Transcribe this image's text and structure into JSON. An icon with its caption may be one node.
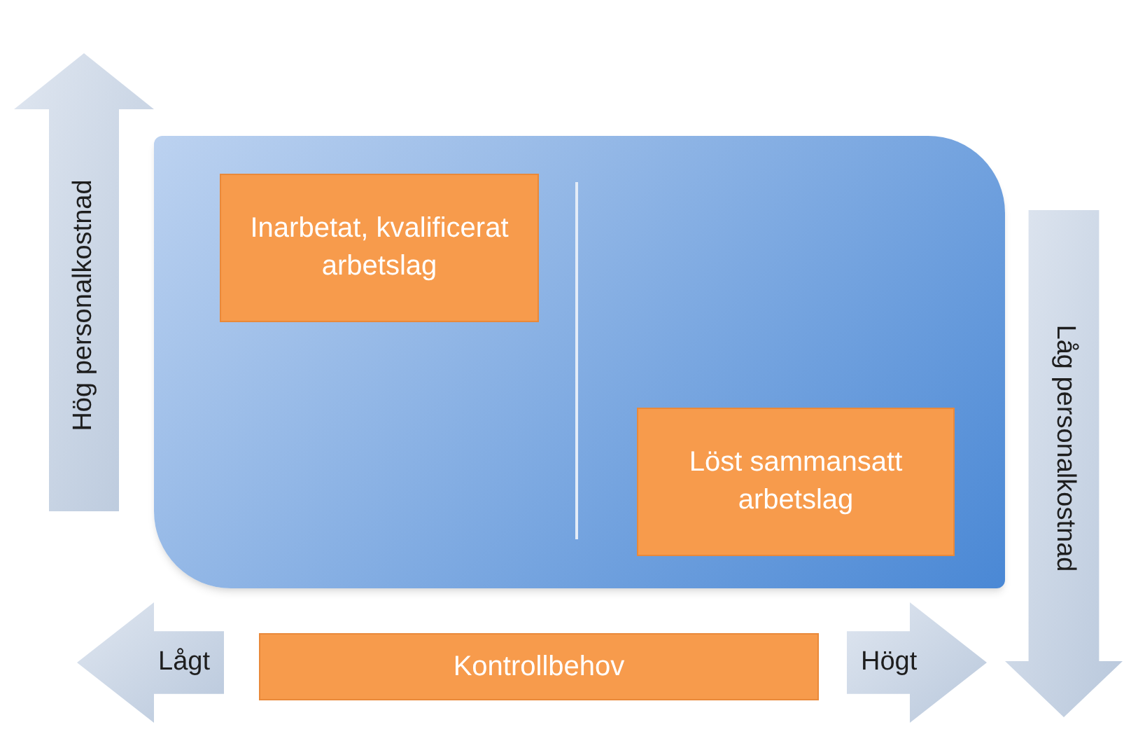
{
  "diagram": {
    "nodes": [
      {
        "text": [
          "Hög personalkostnad"
        ]
      },
      {
        "text": [],
        "shape": "box"
      },
      {
        "text": [
          "Inarbetat, kvalificerat arbetslag"
        ],
        "in": 1
      },
      {
        "text": [
          "Löst sammansatt arbetslag"
        ],
        "in": 1
      },
      {
        "text": [
          "Låg personalkostnad"
        ]
      },
      {
        "text": [
          "Lågt"
        ]
      },
      {
        "text": [
          "Kontrollbehov"
        ]
      },
      {
        "text": [
          "Högt"
        ]
      }
    ]
  }
}
